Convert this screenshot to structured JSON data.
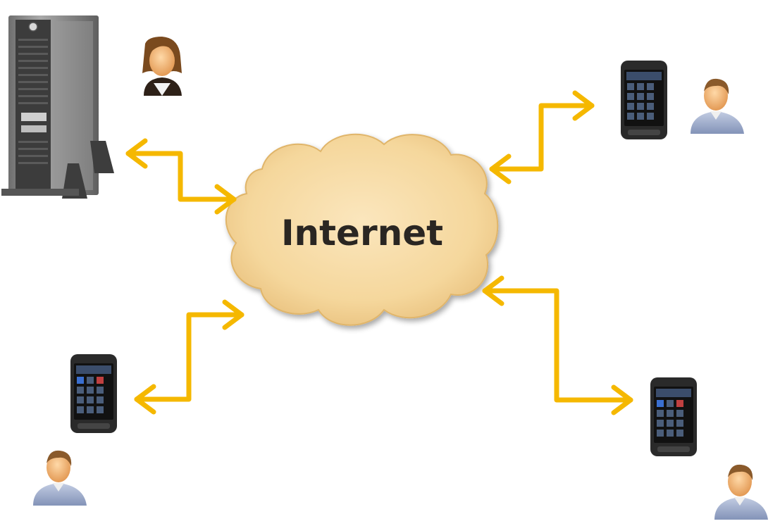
{
  "cloud": {
    "label": "Internet"
  },
  "colors": {
    "arrow": "#f5b800",
    "cloud_fill": "#f7dca6",
    "cloud_edge": "#e3bd72",
    "phone_body": "#2a2a2a",
    "server_body": "#8a8a8a",
    "person_male_shirt": "#9aa8c9",
    "person_female_suit": "#3a2a1a",
    "skin": "#f0b070"
  },
  "nodes": [
    {
      "id": "server",
      "icon": "tower-server-icon",
      "user": "female-user-icon"
    },
    {
      "id": "phone-top-right",
      "icon": "smartphone-icon",
      "user": "male-user-icon"
    },
    {
      "id": "phone-bottom-left",
      "icon": "smartphone-icon",
      "user": "male-user-icon"
    },
    {
      "id": "phone-bottom-right",
      "icon": "smartphone-icon",
      "user": "male-user-icon"
    }
  ]
}
